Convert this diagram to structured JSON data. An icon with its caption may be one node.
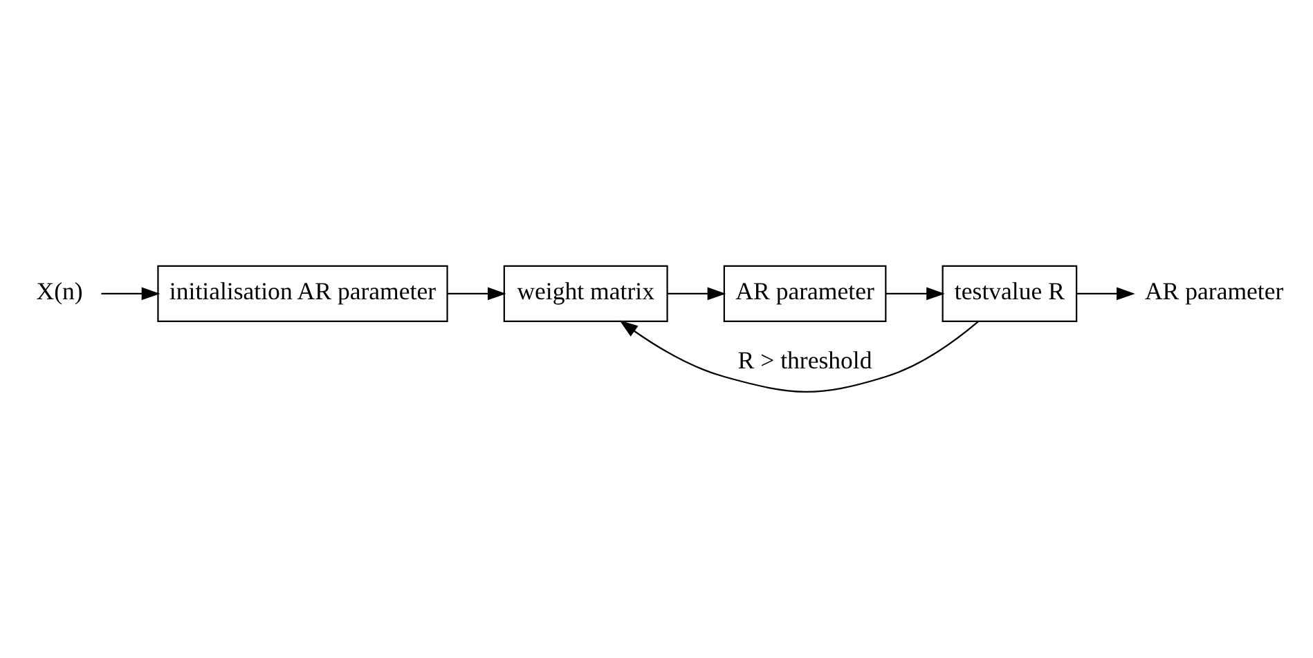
{
  "diagram": {
    "nodes": [
      {
        "text": [
          "X(n)"
        ]
      },
      {
        "text": [
          "initialisation AR parameter"
        ]
      },
      {
        "text": [
          "weight matrix"
        ]
      },
      {
        "text": [
          "AR parameter"
        ]
      },
      {
        "text": [
          "testvalue R"
        ]
      },
      {
        "text": [
          "AR parameter"
        ]
      }
    ],
    "edges": [
      {
        "from": 0,
        "to": 1,
        "arrow": "to"
      },
      {
        "from": 1,
        "to": 2,
        "arrow": "to"
      },
      {
        "from": 2,
        "to": 3,
        "arrow": "to"
      },
      {
        "from": 3,
        "to": 4,
        "arrow": "to"
      },
      {
        "from": 4,
        "to": 2,
        "arrow": "to",
        "label": "R > threshold"
      },
      {
        "from": 4,
        "to": 5,
        "arrow": "to"
      }
    ]
  }
}
